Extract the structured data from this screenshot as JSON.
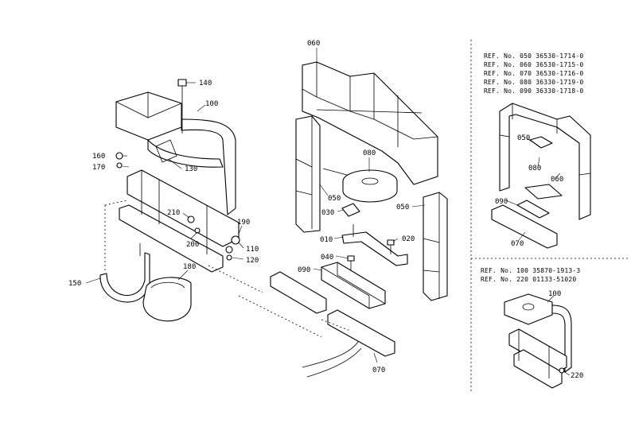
{
  "callouts": {
    "c060": "060",
    "c080": "080",
    "c050a": "050",
    "c030": "030",
    "c050b": "050",
    "c010": "010",
    "c020": "020",
    "c040": "040",
    "c090": "090",
    "c070": "070",
    "c140": "140",
    "c100": "100",
    "c160": "160",
    "c170": "170",
    "c130": "130",
    "c210": "210",
    "c190": "190",
    "c200": "200",
    "c110": "110",
    "c120": "120",
    "c150": "150",
    "c180": "180"
  },
  "inset1": {
    "refs": [
      "REF. No. 050  36530-1714-0",
      "REF. No. 060  36530-1715-0",
      "REF. No. 070  36530-1716-0",
      "REF. No. 080  36330-1719-0",
      "REF. No. 090  36330-1718-0"
    ],
    "callouts": {
      "c050": "050",
      "c080": "080",
      "c060": "060",
      "c090": "090",
      "c070": "070"
    }
  },
  "inset2": {
    "refs": [
      "REF. No. 100  35870-1913-3",
      "REF. No. 220  01133-51020"
    ],
    "callouts": {
      "c100": "100",
      "c220": "220"
    }
  }
}
